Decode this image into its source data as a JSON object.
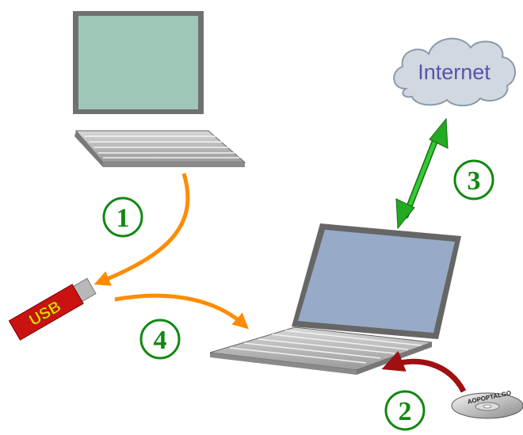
{
  "internet": {
    "label": "Internet"
  },
  "usb": {
    "label": "USB"
  },
  "cd": {
    "label": "AOPOPTALGO"
  },
  "steps": [
    {
      "number": "1"
    },
    {
      "number": "2"
    },
    {
      "number": "3"
    },
    {
      "number": "4"
    }
  ],
  "colors": {
    "old_screen": "#9fc7b8",
    "new_screen": "#97abc8",
    "frame": "#6f6f6f",
    "cloud_fill": "#d2d8e0",
    "cloud_text": "#5555aa",
    "transfer_arrow": "#ff8c00",
    "install_arrow": "#a01010",
    "network_arrow": "#22aa22",
    "step_circle": "#118811",
    "usb_body": "#cc1111",
    "usb_text": "#ffd700"
  }
}
